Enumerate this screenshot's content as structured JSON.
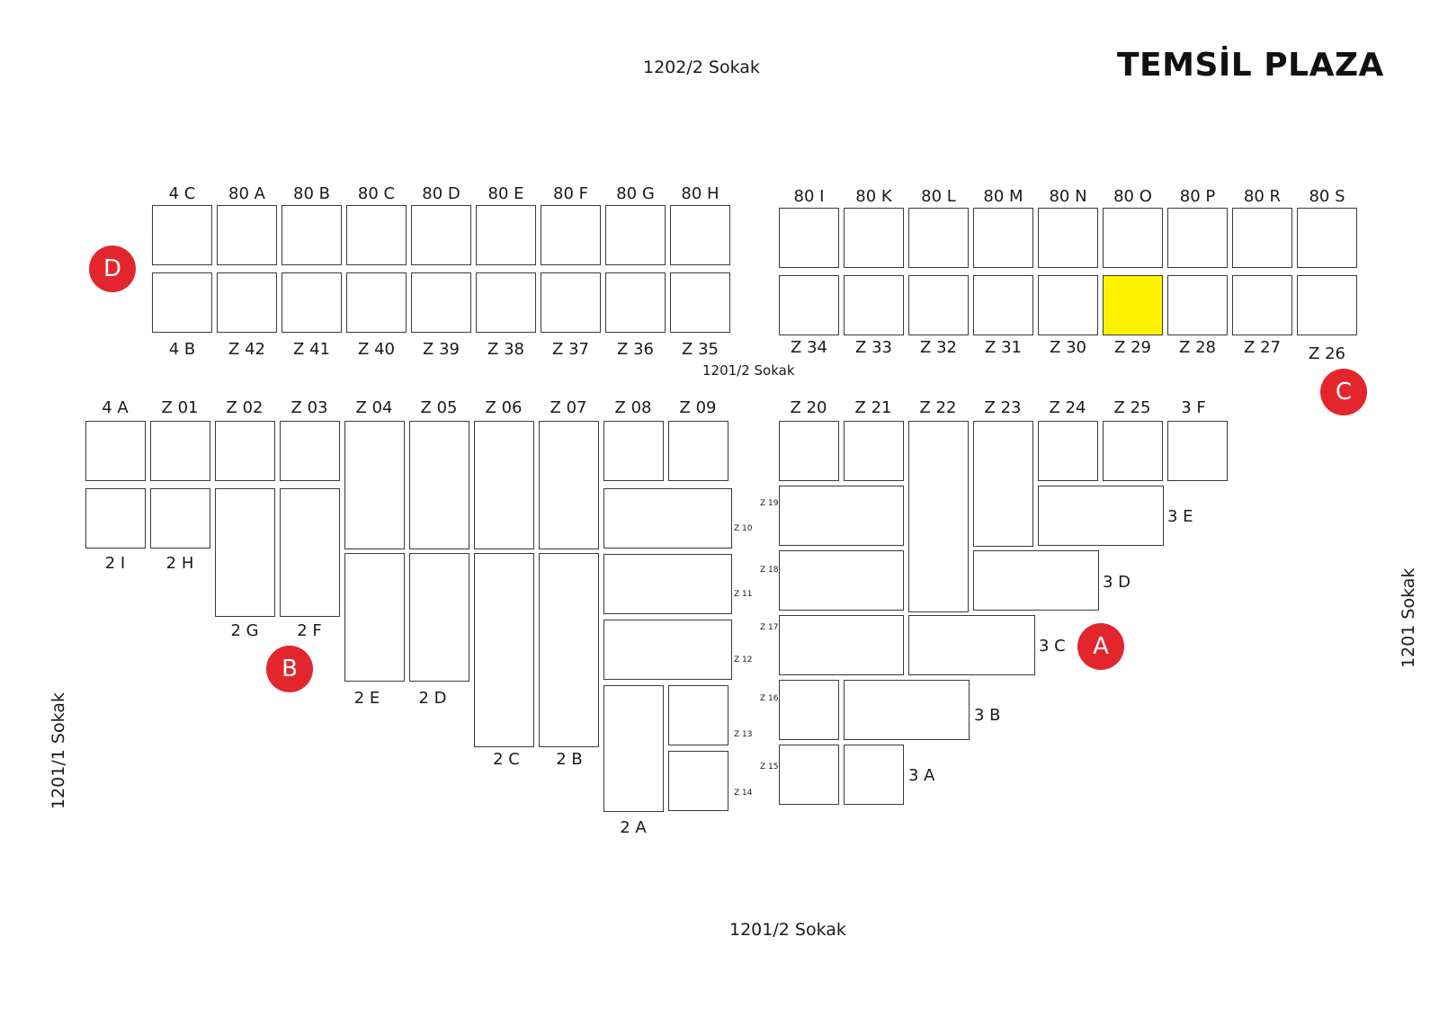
{
  "brand": "TEMSİL PLAZA",
  "highlight_color": "#fff200",
  "marker_color": "#e3262d",
  "streets": {
    "top": "1202/2 Sokak",
    "middle": "1201/2 Sokak",
    "bottom": "1201/2 Sokak",
    "left": "1201/1 Sokak",
    "right": "1201 Sokak"
  },
  "markers": [
    "A",
    "B",
    "C",
    "D"
  ],
  "selected_unit": "Z 29",
  "units": {
    "row1_top": [
      "4 C",
      "80 A",
      "80 B",
      "80 C",
      "80 D",
      "80 E",
      "80 F",
      "80 G",
      "80 H"
    ],
    "row1_bottom": [
      "4 B",
      "Z 42",
      "Z 41",
      "Z 40",
      "Z 39",
      "Z 38",
      "Z 37",
      "Z 36",
      "Z 35"
    ],
    "row2_top": [
      "80 I",
      "80 K",
      "80 L",
      "80 M",
      "80 N",
      "80 O",
      "80 P",
      "80 R",
      "80 S"
    ],
    "row2_bottom": [
      "Z 34",
      "Z 33",
      "Z 32",
      "Z 31",
      "Z 30",
      "Z 29",
      "Z 28",
      "Z 27",
      "Z 26"
    ],
    "left_block": [
      "4 A",
      "Z 01",
      "Z 02",
      "Z 03",
      "Z 04",
      "Z 05",
      "Z 06",
      "Z 07",
      "Z 08",
      "Z 09",
      "2 I",
      "2 H",
      "2 G",
      "2 F",
      "2 E",
      "2 D",
      "2 C",
      "2 B",
      "Z 10",
      "Z 11",
      "Z 12",
      "Z 13",
      "Z 14",
      "2 A"
    ],
    "right_block": [
      "Z 20",
      "Z 21",
      "Z 22",
      "Z 23",
      "Z 24",
      "Z 25",
      "3 F",
      "Z 19",
      "3 E",
      "Z 18",
      "3 D",
      "Z 17",
      "3 C",
      "Z 16",
      "3 B",
      "Z 15",
      "3 A"
    ]
  }
}
